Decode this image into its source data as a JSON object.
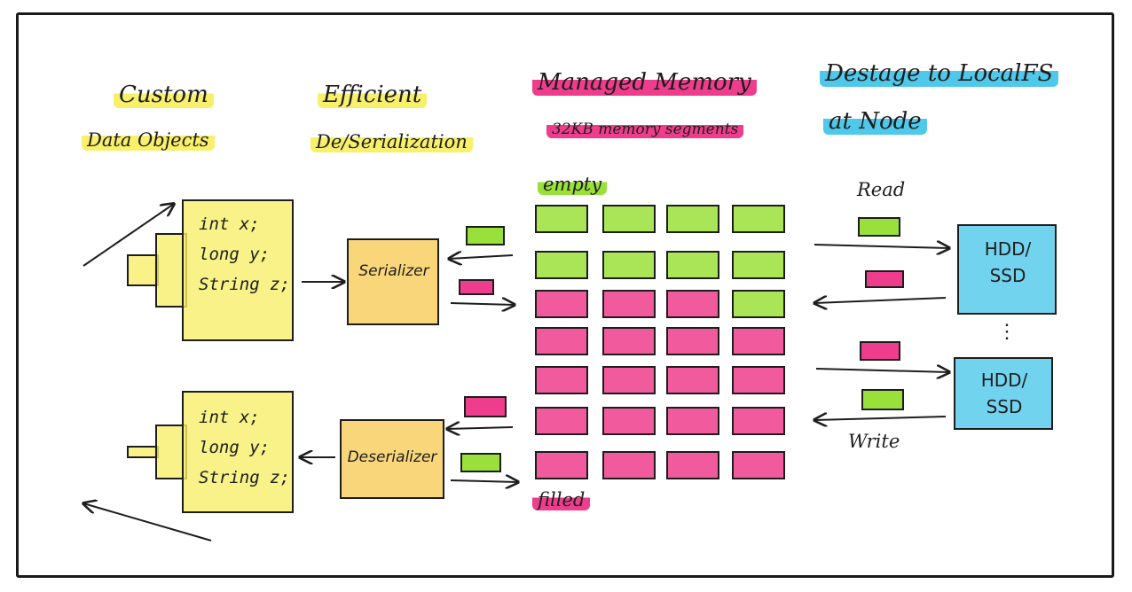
{
  "colors": {
    "yellow": "#f8ef6a",
    "green": "#9ae03a",
    "pink": "#ee3d8c",
    "blue": "#4fc8ea",
    "orange": "#f5c84c",
    "ink": "#1d1d1d"
  },
  "columns": {
    "custom": {
      "line1": "Custom",
      "line2": "Data Objects"
    },
    "efficient": {
      "line1": "Efficient",
      "line2": "De/Serialization"
    },
    "managed": {
      "line1": "Managed Memory",
      "line2": "32KB memory segments"
    },
    "destage": {
      "line1": "Destage to LocalFS",
      "line2": "at Node"
    }
  },
  "objects": {
    "top_code": "int x;\nlong y;\nString z;",
    "bottom_code": "int x;\nlong y;\nString z;"
  },
  "serializer_label": "Serializer",
  "deserializer_label": "Deserializer",
  "memory": {
    "empty_label": "empty",
    "filled_label": "filled",
    "grid": [
      [
        "empty",
        "empty",
        "empty",
        "empty"
      ],
      [
        "empty",
        "empty",
        "empty",
        "empty"
      ],
      [
        "filled",
        "filled",
        "filled",
        "empty"
      ],
      [
        "filled",
        "filled",
        "filled",
        "filled"
      ],
      [
        "filled",
        "filled",
        "filled",
        "filled"
      ],
      [
        "filled",
        "filled",
        "filled",
        "filled"
      ],
      [
        "filled",
        "filled",
        "filled",
        "filled"
      ]
    ]
  },
  "storage": {
    "read_label": "Read",
    "write_label": "Write",
    "disks": [
      {
        "line1": "HDD/",
        "line2": "SSD"
      },
      {
        "line1": "HDD/",
        "line2": "SSD"
      }
    ],
    "ellipsis": "⋮"
  }
}
